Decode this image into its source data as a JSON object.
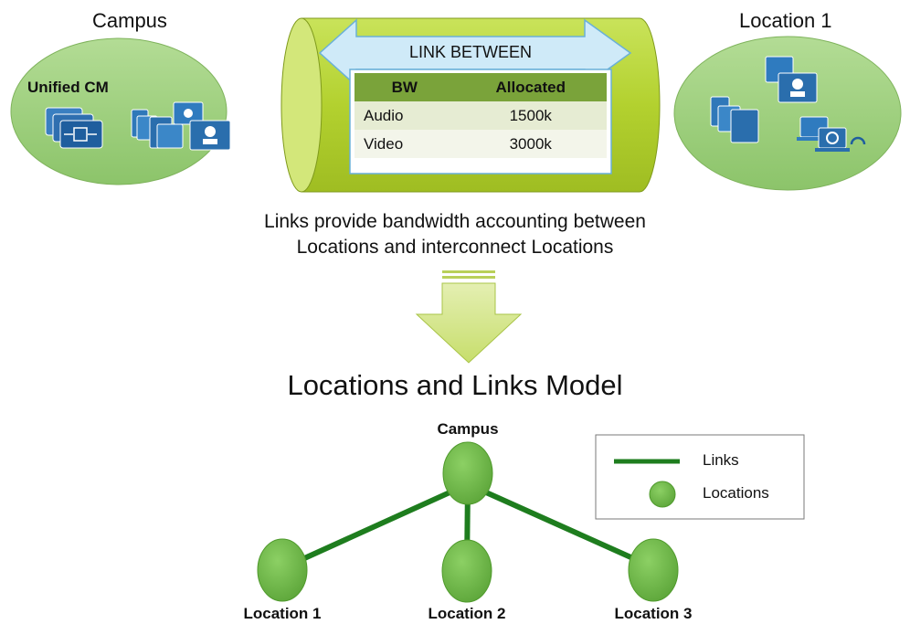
{
  "top": {
    "campus_label": "Campus",
    "location1_label": "Location 1",
    "unified_cm_label": "Unified CM"
  },
  "link_pipe": {
    "arrow_label": "LINK BETWEEN",
    "table": {
      "headers": [
        "BW",
        "Allocated"
      ],
      "rows": [
        {
          "type": "Audio",
          "allocated": "1500k"
        },
        {
          "type": "Video",
          "allocated": "3000k"
        }
      ]
    }
  },
  "caption": {
    "line1": "Links provide bandwidth accounting between",
    "line2": "Locations and interconnect Locations"
  },
  "model": {
    "title": "Locations and Links Model",
    "nodes": {
      "campus": "Campus",
      "location1": "Location 1",
      "location2": "Location 2",
      "location3": "Location 3"
    },
    "legend": {
      "links": "Links",
      "locations": "Locations"
    }
  },
  "colors": {
    "ellipse_green": "#9ecf7c",
    "pipe_green": "#b5d334",
    "link_green": "#1e7d1e",
    "node_green": "#6fb646",
    "arrow_blue": "#c7e7f7",
    "down_arrow": "#d2e58c"
  }
}
